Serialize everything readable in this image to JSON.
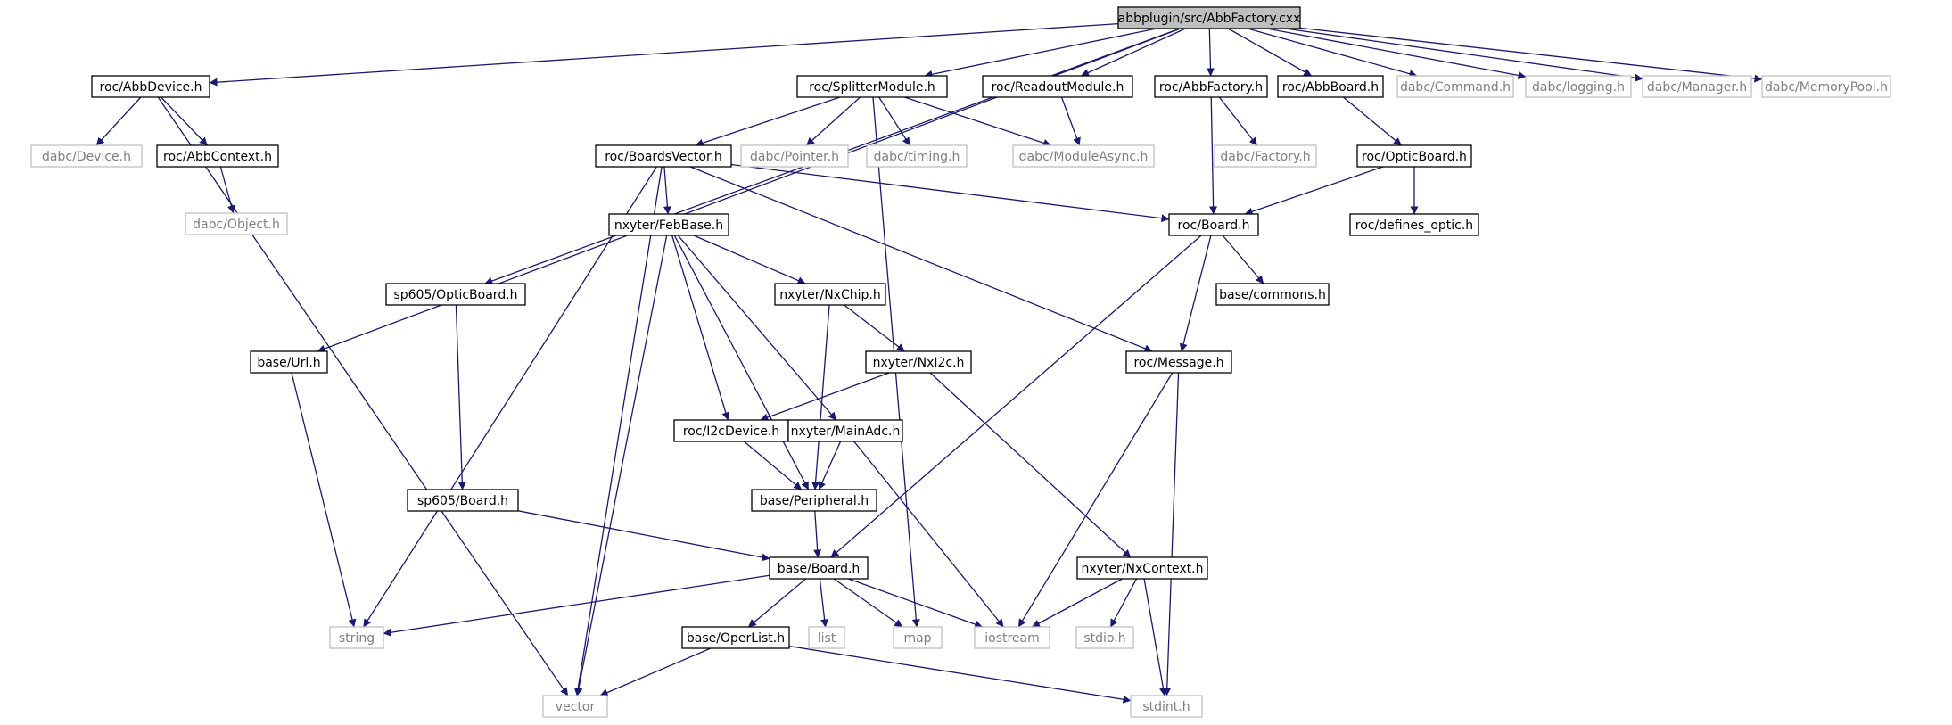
{
  "diagram": {
    "type": "include-dependency-graph",
    "edge_color": "#191970",
    "root_fill": "#bfbfbf",
    "solid_border": "#000000",
    "faded_border": "#bfbfbf",
    "faded_text": "#7f7f7f",
    "nodes": [
      {
        "id": "n_root",
        "label": "abbplugin/src/AbbFactory.cxx",
        "style": "root"
      },
      {
        "id": "n_abbdevice",
        "label": "roc/AbbDevice.h",
        "style": "solid"
      },
      {
        "id": "n_splitter",
        "label": "roc/SplitterModule.h",
        "style": "solid"
      },
      {
        "id": "n_readout",
        "label": "roc/ReadoutModule.h",
        "style": "solid"
      },
      {
        "id": "n_abbfactory_h",
        "label": "roc/AbbFactory.h",
        "style": "solid"
      },
      {
        "id": "n_abbboard",
        "label": "roc/AbbBoard.h",
        "style": "solid"
      },
      {
        "id": "n_command",
        "label": "dabc/Command.h",
        "style": "faded"
      },
      {
        "id": "n_logging",
        "label": "dabc/logging.h",
        "style": "faded"
      },
      {
        "id": "n_manager",
        "label": "dabc/Manager.h",
        "style": "faded"
      },
      {
        "id": "n_mempool",
        "label": "dabc/MemoryPool.h",
        "style": "faded"
      },
      {
        "id": "n_device",
        "label": "dabc/Device.h",
        "style": "faded"
      },
      {
        "id": "n_abbcontext",
        "label": "roc/AbbContext.h",
        "style": "solid"
      },
      {
        "id": "n_object",
        "label": "dabc/Object.h",
        "style": "faded"
      },
      {
        "id": "n_boardsvec",
        "label": "roc/BoardsVector.h",
        "style": "solid"
      },
      {
        "id": "n_pointer",
        "label": "dabc/Pointer.h",
        "style": "faded"
      },
      {
        "id": "n_timing",
        "label": "dabc/timing.h",
        "style": "faded"
      },
      {
        "id": "n_modasync",
        "label": "dabc/ModuleAsync.h",
        "style": "faded"
      },
      {
        "id": "n_factory",
        "label": "dabc/Factory.h",
        "style": "faded"
      },
      {
        "id": "n_opticboard",
        "label": "roc/OpticBoard.h",
        "style": "solid"
      },
      {
        "id": "n_febbase",
        "label": "nxyter/FebBase.h",
        "style": "solid"
      },
      {
        "id": "n_rocboard",
        "label": "roc/Board.h",
        "style": "solid"
      },
      {
        "id": "n_defopt",
        "label": "roc/defines_optic.h",
        "style": "solid"
      },
      {
        "id": "n_sp605optic",
        "label": "sp605/OpticBoard.h",
        "style": "solid"
      },
      {
        "id": "n_nxchip",
        "label": "nxyter/NxChip.h",
        "style": "solid"
      },
      {
        "id": "n_commons",
        "label": "base/commons.h",
        "style": "solid"
      },
      {
        "id": "n_url",
        "label": "base/Url.h",
        "style": "solid"
      },
      {
        "id": "n_nxi2c",
        "label": "nxyter/NxI2c.h",
        "style": "solid"
      },
      {
        "id": "n_message",
        "label": "roc/Message.h",
        "style": "solid"
      },
      {
        "id": "n_i2cdev",
        "label": "roc/I2cDevice.h",
        "style": "solid"
      },
      {
        "id": "n_mainadc",
        "label": "nxyter/MainAdc.h",
        "style": "solid"
      },
      {
        "id": "n_sp605board",
        "label": "sp605/Board.h",
        "style": "solid"
      },
      {
        "id": "n_peripheral",
        "label": "base/Peripheral.h",
        "style": "solid"
      },
      {
        "id": "n_baseboard",
        "label": "base/Board.h",
        "style": "solid"
      },
      {
        "id": "n_nxcontext",
        "label": "nxyter/NxContext.h",
        "style": "solid"
      },
      {
        "id": "n_string",
        "label": "string",
        "style": "faded"
      },
      {
        "id": "n_operlist",
        "label": "base/OperList.h",
        "style": "solid"
      },
      {
        "id": "n_list",
        "label": "list",
        "style": "faded"
      },
      {
        "id": "n_map",
        "label": "map",
        "style": "faded"
      },
      {
        "id": "n_iostream",
        "label": "iostream",
        "style": "faded"
      },
      {
        "id": "n_stdio",
        "label": "stdio.h",
        "style": "faded"
      },
      {
        "id": "n_vector",
        "label": "vector",
        "style": "faded"
      },
      {
        "id": "n_stdint",
        "label": "stdint.h",
        "style": "faded"
      }
    ],
    "edges": [
      [
        "n_root",
        "n_abbdevice"
      ],
      [
        "n_root",
        "n_url"
      ],
      [
        "n_root",
        "n_sp605optic"
      ],
      [
        "n_root",
        "n_splitter"
      ],
      [
        "n_root",
        "n_readout"
      ],
      [
        "n_root",
        "n_abbfactory_h"
      ],
      [
        "n_root",
        "n_abbboard"
      ],
      [
        "n_root",
        "n_command"
      ],
      [
        "n_root",
        "n_logging"
      ],
      [
        "n_root",
        "n_manager"
      ],
      [
        "n_root",
        "n_mempool"
      ],
      [
        "n_abbdevice",
        "n_device"
      ],
      [
        "n_abbdevice",
        "n_abbcontext"
      ],
      [
        "n_abbdevice",
        "n_vector"
      ],
      [
        "n_abbcontext",
        "n_object"
      ],
      [
        "n_splitter",
        "n_boardsvec"
      ],
      [
        "n_splitter",
        "n_pointer"
      ],
      [
        "n_splitter",
        "n_timing"
      ],
      [
        "n_splitter",
        "n_modasync"
      ],
      [
        "n_splitter",
        "n_map"
      ],
      [
        "n_readout",
        "n_modasync"
      ],
      [
        "n_abbfactory_h",
        "n_rocboard"
      ],
      [
        "n_abbfactory_h",
        "n_factory"
      ],
      [
        "n_abbboard",
        "n_opticboard"
      ],
      [
        "n_opticboard",
        "n_rocboard"
      ],
      [
        "n_opticboard",
        "n_defopt"
      ],
      [
        "n_boardsvec",
        "n_rocboard"
      ],
      [
        "n_boardsvec",
        "n_febbase"
      ],
      [
        "n_boardsvec",
        "n_string"
      ],
      [
        "n_boardsvec",
        "n_vector"
      ],
      [
        "n_boardsvec",
        "n_message"
      ],
      [
        "n_febbase",
        "n_nxchip"
      ],
      [
        "n_febbase",
        "n_i2cdev"
      ],
      [
        "n_febbase",
        "n_mainadc"
      ],
      [
        "n_febbase",
        "n_peripheral"
      ],
      [
        "n_febbase",
        "n_vector"
      ],
      [
        "n_nxchip",
        "n_nxi2c"
      ],
      [
        "n_nxchip",
        "n_peripheral"
      ],
      [
        "n_nxi2c",
        "n_i2cdev"
      ],
      [
        "n_nxi2c",
        "n_nxcontext"
      ],
      [
        "n_rocboard",
        "n_commons"
      ],
      [
        "n_rocboard",
        "n_message"
      ],
      [
        "n_rocboard",
        "n_baseboard"
      ],
      [
        "n_sp605optic",
        "n_sp605board"
      ],
      [
        "n_url",
        "n_string"
      ],
      [
        "n_message",
        "n_iostream"
      ],
      [
        "n_message",
        "n_stdint"
      ],
      [
        "n_i2cdev",
        "n_peripheral"
      ],
      [
        "n_mainadc",
        "n_peripheral"
      ],
      [
        "n_mainadc",
        "n_iostream"
      ],
      [
        "n_sp605board",
        "n_baseboard"
      ],
      [
        "n_peripheral",
        "n_baseboard"
      ],
      [
        "n_baseboard",
        "n_string"
      ],
      [
        "n_baseboard",
        "n_operlist"
      ],
      [
        "n_baseboard",
        "n_list"
      ],
      [
        "n_baseboard",
        "n_map"
      ],
      [
        "n_baseboard",
        "n_iostream"
      ],
      [
        "n_nxcontext",
        "n_iostream"
      ],
      [
        "n_nxcontext",
        "n_stdio"
      ],
      [
        "n_nxcontext",
        "n_stdint"
      ],
      [
        "n_operlist",
        "n_vector"
      ],
      [
        "n_operlist",
        "n_stdint"
      ]
    ]
  }
}
